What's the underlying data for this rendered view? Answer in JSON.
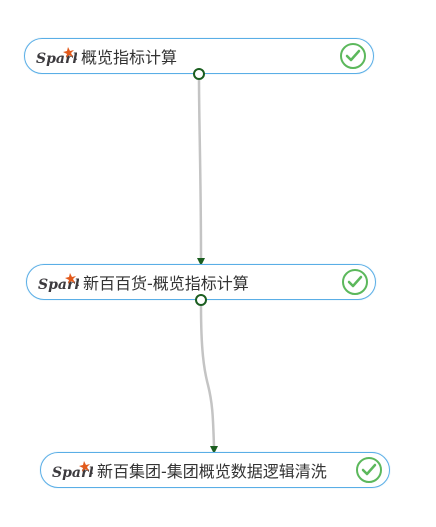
{
  "nodes": [
    {
      "label": "概览指标计算",
      "engine": "Spark",
      "status": "success-icon"
    },
    {
      "label": "新百百货-概览指标计算",
      "engine": "Spark",
      "status": "success-icon"
    },
    {
      "label": "新百集团-集团概览数据逻辑清洗",
      "engine": "Spark",
      "status": "success-icon"
    }
  ],
  "colors": {
    "node_border": "#5aaee6",
    "edge": "#c4c4c4",
    "port": "#1b5e20",
    "success": "#5cb85c",
    "spark_orange": "#e25a1c"
  }
}
